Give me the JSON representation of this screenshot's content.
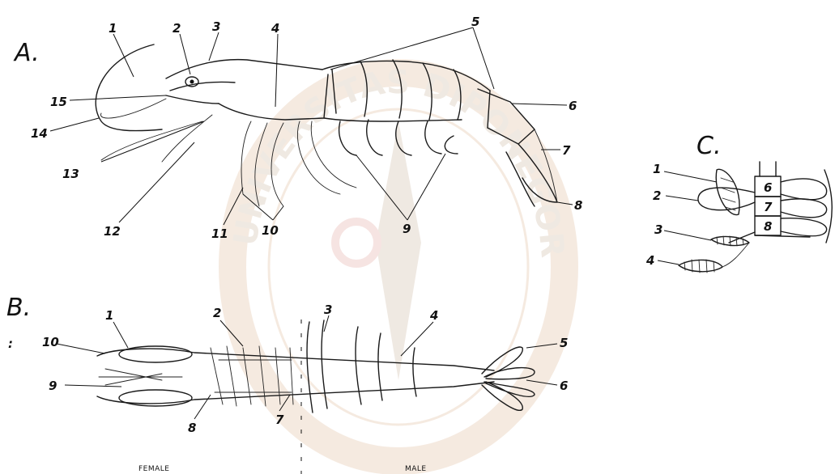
{
  "panels": {
    "a": {
      "label": "A.",
      "numbers": [
        "1",
        "2",
        "3",
        "4",
        "5",
        "6",
        "7",
        "8",
        "9",
        "10",
        "11",
        "12",
        "13",
        "14",
        "15"
      ]
    },
    "b": {
      "label": "B.",
      "numbers": [
        "1",
        "2",
        "3",
        "4",
        "5",
        "6",
        "7",
        "8",
        "9",
        "10"
      ],
      "female_label": "FEMALE",
      "male_label": "MALE"
    },
    "c": {
      "label": "C.",
      "numbers": [
        "1",
        "2",
        "3",
        "4"
      ],
      "segment_numbers": [
        "6",
        "7",
        "8"
      ]
    }
  },
  "watermark": {
    "ring_text": "UNIVERSITAS DIPONEGORO"
  }
}
